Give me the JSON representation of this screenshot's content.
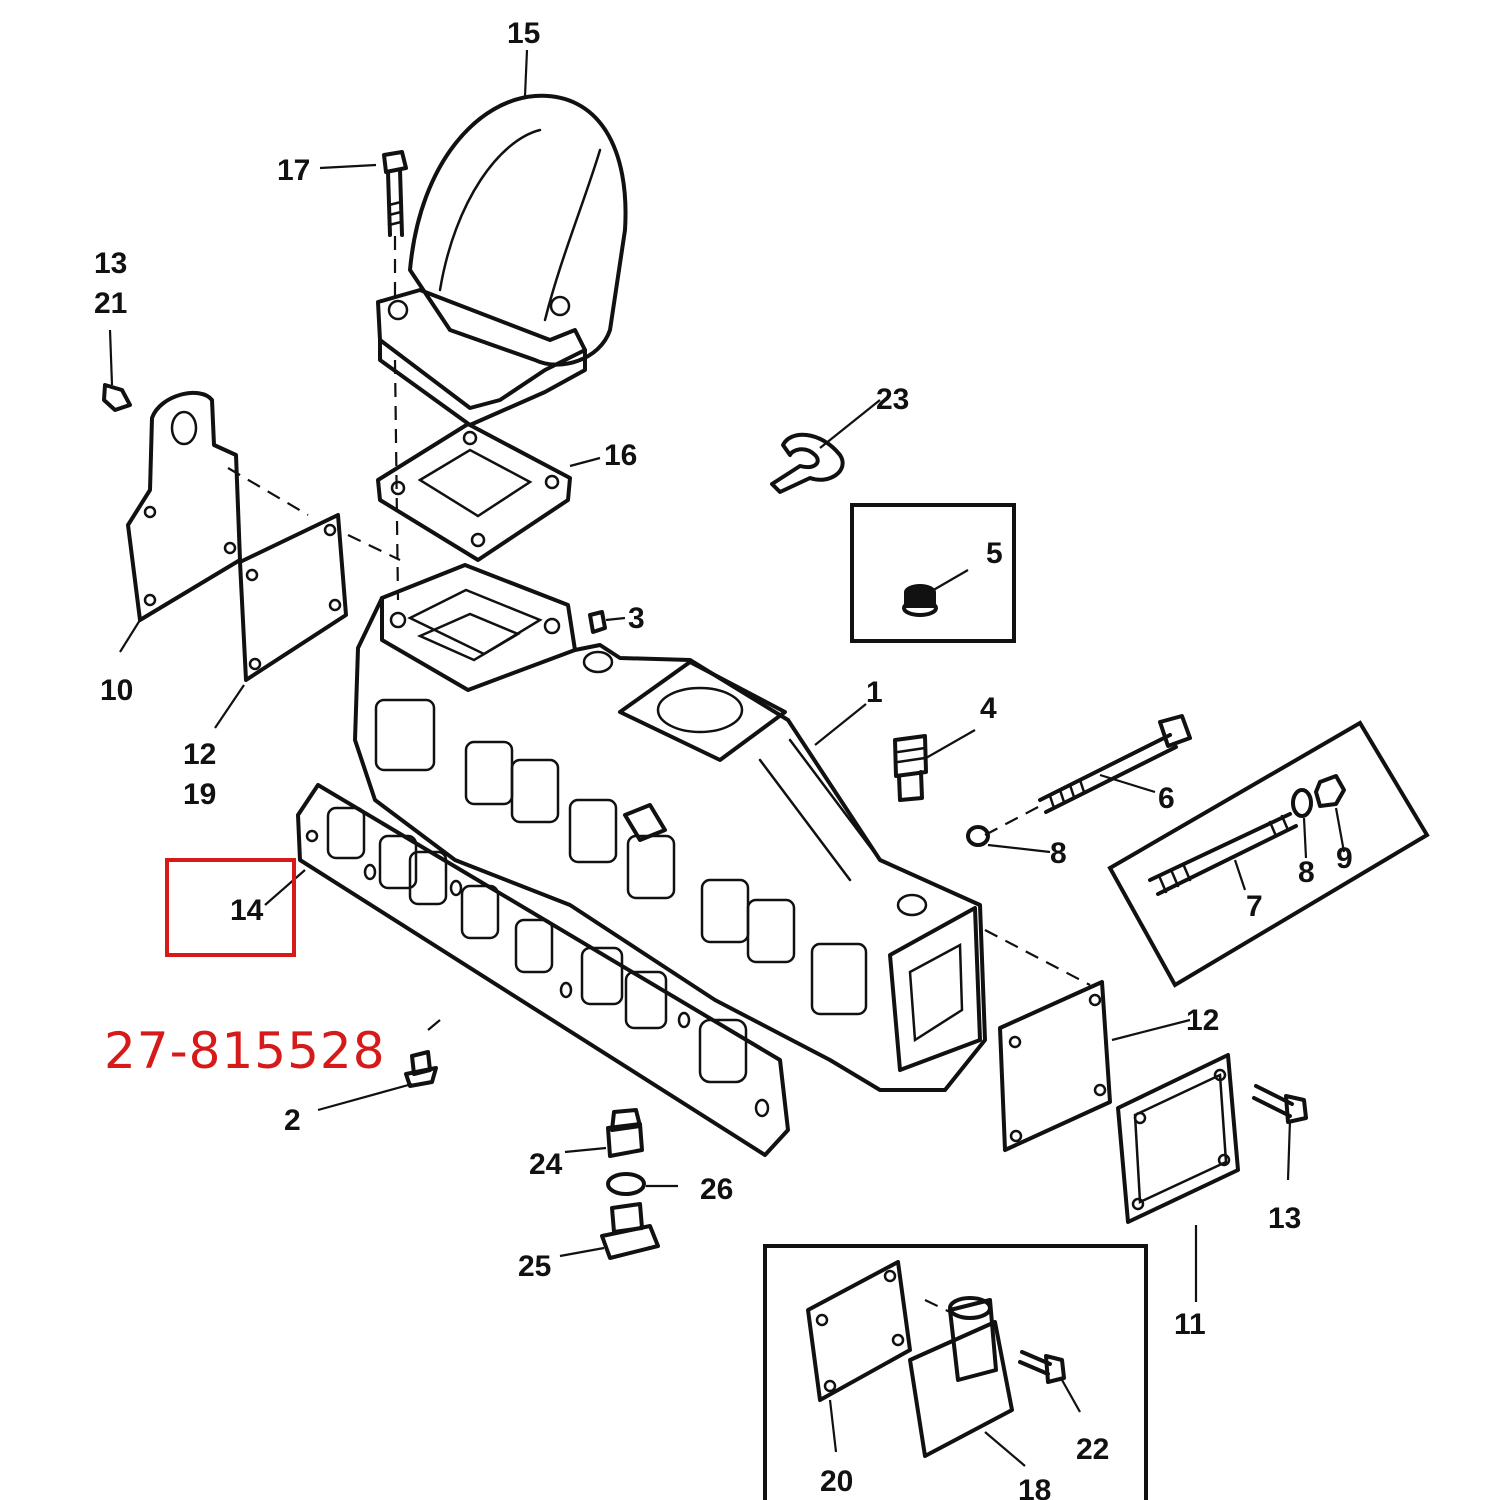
{
  "part_number": "27-815528",
  "highlighted_callout": "14",
  "colors": {
    "line_art": "#111111",
    "highlight": "#d61a1a",
    "background": "#ffffff"
  },
  "callouts": {
    "c1": "1",
    "c2": "2",
    "c3": "3",
    "c4": "4",
    "c5": "5",
    "c6": "6",
    "c7": "7",
    "c8a": "8",
    "c8b": "8",
    "c9": "9",
    "c10a": "10",
    "c11": "11",
    "c12a": "12",
    "c12b": "12",
    "c13a": "13",
    "c13b": "13",
    "c14": "14",
    "c15": "15",
    "c16": "16",
    "c17": "17",
    "c18": "18",
    "c19": "19",
    "c20": "20",
    "c21": "21",
    "c22": "22",
    "c23": "23",
    "c24": "24",
    "c25": "25",
    "c26": "26"
  }
}
